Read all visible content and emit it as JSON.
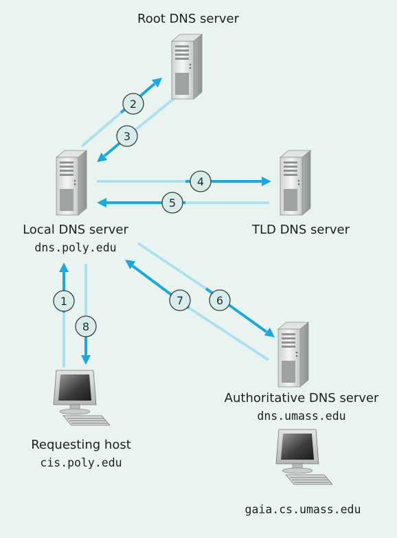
{
  "labels": {
    "root_server": "Root DNS server",
    "local_server": "Local DNS server",
    "local_host": "dns.poly.edu",
    "tld_server": "TLD DNS server",
    "requesting_host": "Requesting host",
    "requesting_name": "cis.poly.edu",
    "auth_server": "Authoritative DNS server",
    "auth_host": "dns.umass.edu",
    "target_host": "gaia.cs.umass.edu"
  },
  "steps": [
    "1",
    "2",
    "3",
    "4",
    "5",
    "6",
    "7",
    "8"
  ],
  "colors": {
    "background": "#e9f4f0",
    "arrow": "#1ba8dc",
    "arrow_light": "#aee0ef",
    "step_circle": "#d9ecec"
  }
}
